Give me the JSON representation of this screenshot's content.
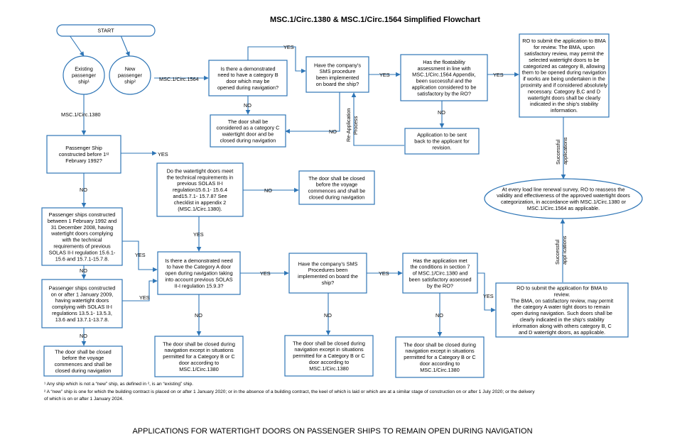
{
  "title": "MSC.1/Circ.1380 & MSC.1/Circ.1564 Simplified Flowchart",
  "colors": {
    "line": "#2e75b6",
    "text": "#000000",
    "background": "#ffffff"
  },
  "nodes": {
    "start": [
      "START"
    ],
    "existing": [
      "Existing",
      "passenger",
      "ship¹"
    ],
    "new_ship": [
      "New",
      "passenger",
      "ship²"
    ],
    "q_cat_b_need": [
      "Is there a demonstrated",
      "need to have a category B",
      "door which may be",
      "opened during navigation?"
    ],
    "q_sms_top": [
      "Have the company’s",
      "SMS procedure",
      "been implemented",
      "on board the ship?"
    ],
    "q_floatability": [
      "Has the floatability",
      "assessment in line with",
      "MSC.1/Circ.1564 Appendix,",
      "been successful and the",
      "application considered to be",
      "satisfactory by the RO?"
    ],
    "ro_submit_bma_b": [
      "RO to submit the application to BMA",
      "for review. The BMA, upon",
      "satisfactory review, may permit the",
      "selected watertight doors to be",
      "categorized as category B, allowing",
      "them to be opened during navigation",
      "if works are being undertaken in the",
      "proximity and if considered absolutely",
      "necessary. Category B,C and D",
      "watertight doors shall be clearly",
      "indicated in the ship’s stability",
      "information."
    ],
    "cat_c": [
      "The door shall be",
      "considered as a category C",
      "watertight door and be",
      "closed during navigation"
    ],
    "app_back": [
      "Application to be sent",
      "back to the applicant for",
      "revision."
    ],
    "q_before_1992": [
      "Passenger Ship",
      "constructed before 1ˢᵗ",
      "February 1992?"
    ],
    "q_tech_req": [
      "Do the watertight doors meet",
      "the technical requirements in",
      "previous SOLAS II-I",
      "regulation15.6.1- 15.6.4",
      "and15.7.1- 15.7.87 See",
      "checklist in appendix 2",
      "(MSC.1/Circ.1380)."
    ],
    "closed_voyage_mid": [
      "The door shall be closed",
      "before the voyage",
      "commences and shall be",
      "closed during navigation"
    ],
    "renewal": [
      "At every load line renewal survey, RO to reassess the",
      "validity and effectiveness of the approved watertight doors",
      "categorization, in accordance with MSC.1/Circ.1380 or",
      "MSC.1/Circ.1564 as applicable."
    ],
    "ships_1992_2008": [
      "Passenger ships constructed",
      "between 1 February 1992 and",
      "31 December 2008, having",
      "watertight doors complying",
      "with the technical",
      "requirements of previous",
      "SOLAS II-I regulation 15.6.1-",
      "15.6 and 15.7.1-15.7.8."
    ],
    "q_cat_a_need": [
      "Is there a demonstrated need",
      "to have the Category A door",
      "open during navigation taking",
      "into account previous SOLAS",
      "II-I regulation 15.9.3?"
    ],
    "q_sms_mid": [
      "Have the company’s SMS",
      "Procedures been",
      "implemented on board the",
      "ship?"
    ],
    "q_sec7": [
      "Has the application met",
      "the conditions in section 7",
      "of MSC.1/Circ.1380 and",
      "been satisfactory assessed",
      "by the RO?"
    ],
    "ships_2009": [
      "Passenger ships constructed",
      "on or after 1 January 2009,",
      "having watertight doors",
      "complying with SOLAS II-I",
      "regulations 13.5.1- 13.5.3,",
      "13.6 and 13.7.1-13.7.8."
    ],
    "ro_submit_bma_a": [
      "RO to submit the application for BMA to",
      "review.",
      "The BMA, on satisfactory review, may permit",
      "the category A water tight doors to remain",
      "open during navigation. Such doors shall be",
      "clearly indicated in the ship’s stability",
      "information along with others category B, C",
      "and D watertight doors, as applicable."
    ],
    "closed_voyage_left": [
      "The door shall be closed",
      "before the voyage",
      "commences and shall be",
      "closed during navigation"
    ],
    "closed_except_1": [
      "The door shall be closed during",
      "navigation except in situations",
      "permitted for a Category B or C",
      "door according to",
      "MSC.1/Circ.1380"
    ],
    "closed_except_2": [
      "The door shall be closed during",
      "navigation except in situations",
      "permitted for a Category B or C",
      "door according to",
      "MSC.1/Circ.1380"
    ],
    "closed_except_3": [
      "The door shall be closed during",
      "navigation except in situations",
      "permitted for a Category B or C",
      "door according to",
      "MSC.1/Circ.1380"
    ]
  },
  "edge_labels": {
    "circ1564": "MSC.1/Circ.1564",
    "circ1380": "MSC.1/Circ.1380",
    "yes": "YES",
    "no": "NO",
    "re_application_1": "Re-Application",
    "re_application_2": "Process",
    "successful_top_1": "Successful",
    "successful_top_2": "applications",
    "successful_bottom_1": "Successful",
    "successful_bottom_2": "appl ications"
  },
  "footnotes": [
    "¹ Any ship which is not a “new” ship, as defined in ², is an “existing” ship.",
    "² A “new” ship is one for which the building contract is placed on or after 1 January 2020; or in the absence of a building contract, the keel of which is laid or which are at a similar stage of construction on or after 1 July 2020; or the delivery",
    "of which is on or after 1 January 2024."
  ],
  "caption": "APPLICATIONS FOR WATERTIGHT DOORS ON PASSENGER SHIPS TO REMAIN OPEN DURING NAVIGATION"
}
